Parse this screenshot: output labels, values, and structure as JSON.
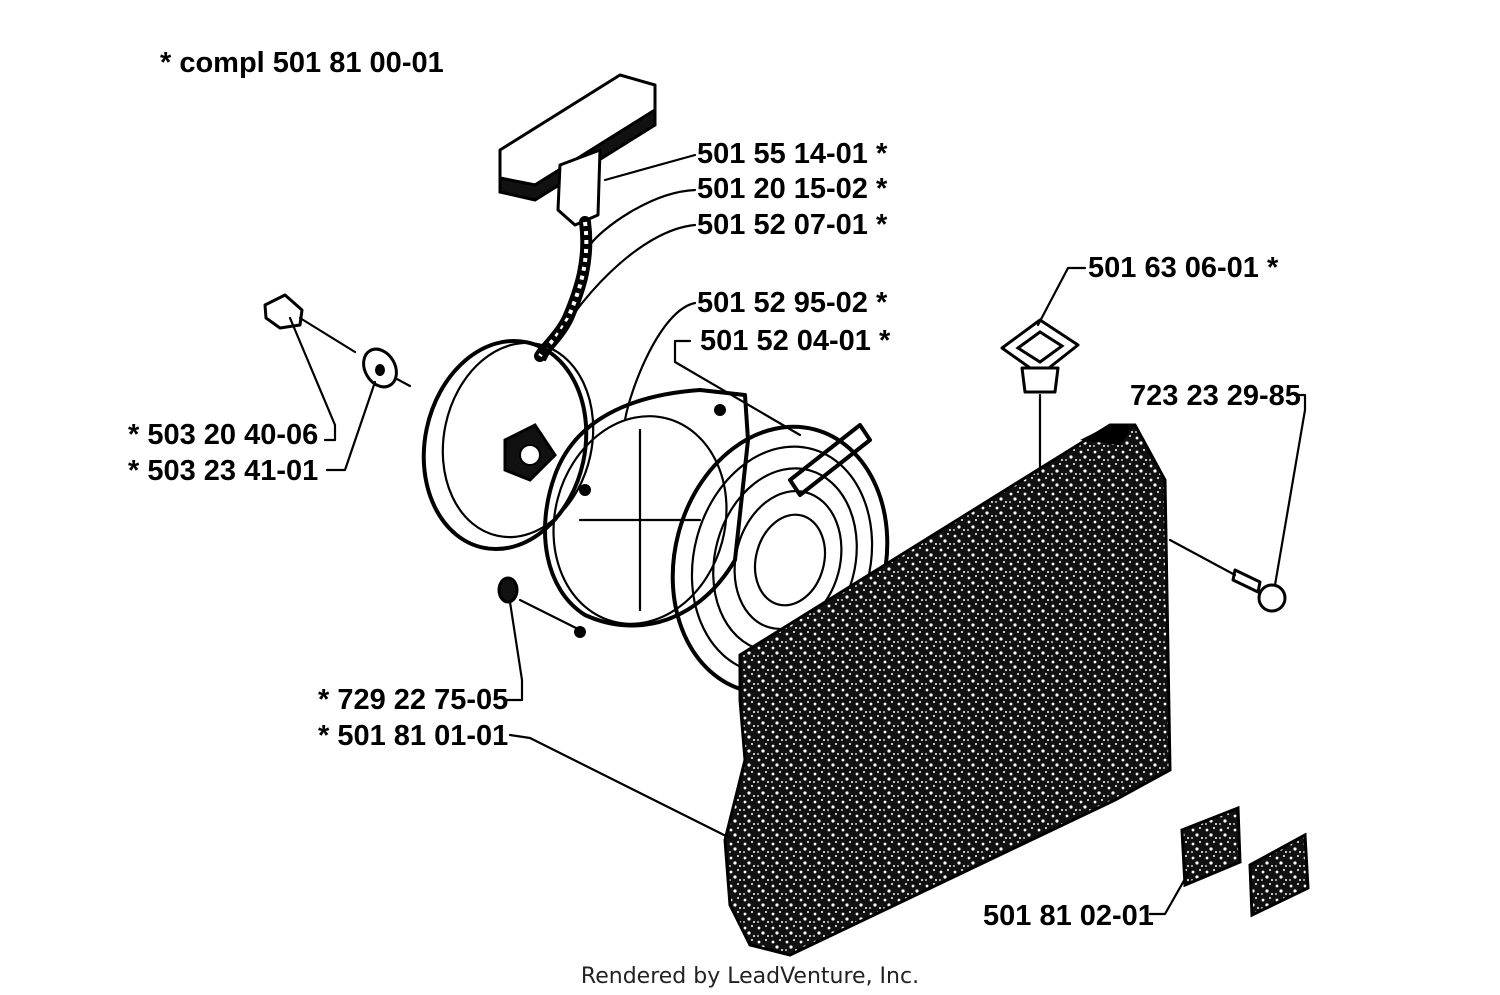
{
  "header": {
    "assembly": "*  compl 501 81 00-01"
  },
  "labels": {
    "handle": "501 55 14-01  *",
    "rope": "501 20 15-02  *",
    "pulley": "501 52 07-01  *",
    "spring_cassette": "501 52 95-02  *",
    "spring": "501 52 04-01  *",
    "bushing": "501 63 06-01  *",
    "screw_right": "723 23 29-85",
    "screw_left": "*  503 20 40-06",
    "washer_left": "*  503 23 41-01",
    "pin": "*  729 22 75-05",
    "housing": "*  501 81 01-01",
    "decal": "501 81 02-01"
  },
  "footer": {
    "credit": "Rendered by LeadVenture, Inc."
  }
}
